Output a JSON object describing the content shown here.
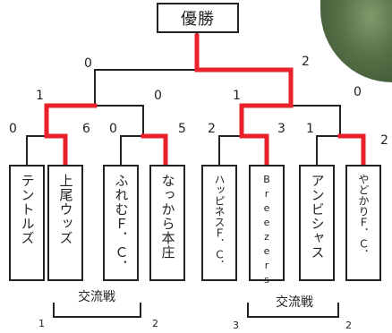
{
  "champion": {
    "label": "優勝"
  },
  "teams": [
    {
      "name": "テントルズ"
    },
    {
      "name": "上尾ウッズ"
    },
    {
      "name": "ふれむＦ．Ｃ．"
    },
    {
      "name": "なっから本庄"
    },
    {
      "name": "ハッピネスＦ．Ｃ．"
    },
    {
      "name": "Breezers"
    },
    {
      "name": "アンビシャス"
    },
    {
      "name": "やどかりＦ．Ｃ．"
    }
  ],
  "scores": {
    "r1": [
      "0",
      "6",
      "0",
      "5",
      "2",
      "3",
      "1",
      "2"
    ],
    "r2": [
      "1",
      "0",
      "1",
      "0"
    ],
    "final": [
      "0",
      "2"
    ]
  },
  "exchange": [
    {
      "label": "交流戦",
      "left_num": "1",
      "right_num": "2"
    },
    {
      "label": "交流戦",
      "left_num": "3",
      "right_num": "2"
    }
  ],
  "colors": {
    "winner_line": "#e8212b",
    "line": "#222222",
    "box_border": "#222222"
  }
}
